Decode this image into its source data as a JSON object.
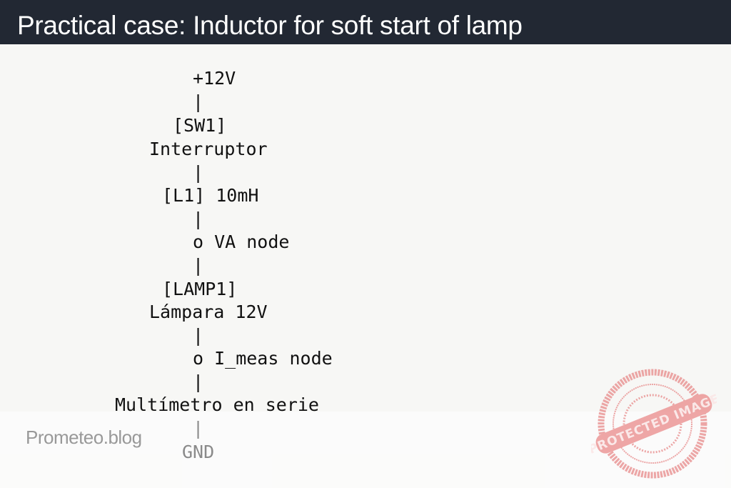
{
  "header": {
    "title": "Practical case: Inductor for soft start of lamp"
  },
  "diagram": {
    "lines": [
      "+12V",
      "|",
      "[SW1]",
      "Interruptor",
      "|",
      "[L1] 10mH",
      "|",
      "o VA node",
      "|",
      "[LAMP1]",
      "Lámpara 12V",
      "|",
      "o I_meas node",
      "|",
      "Multímetro en serie",
      "|",
      "GND"
    ]
  },
  "footer": {
    "brand": "Prometeo.blog"
  },
  "watermark": {
    "text": "PROTECTED IMAGE",
    "ring_top": "WP CONTENT COPY PROTECTION PLUGIN",
    "ring_bottom": "My Website Name & URL Here",
    "color": "#e88a8a"
  }
}
